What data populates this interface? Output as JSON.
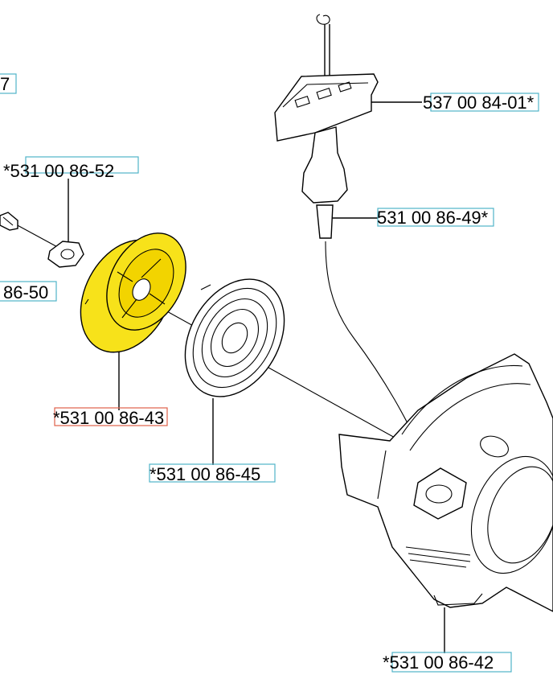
{
  "labels": {
    "partial_top": "7",
    "partial_left": "86-50",
    "bolt_washer": "*531 00 86-52",
    "handle": "537 00 84-01*",
    "rope": "531 00 86-49*",
    "pulley": "*531 00 86-43",
    "spring": "*531 00 86-45",
    "housing": "*531 00 86-42"
  },
  "colors": {
    "box_default": "#4fb3c9",
    "box_selected": "#e0604a",
    "highlight_fill": "#f7e21a"
  }
}
